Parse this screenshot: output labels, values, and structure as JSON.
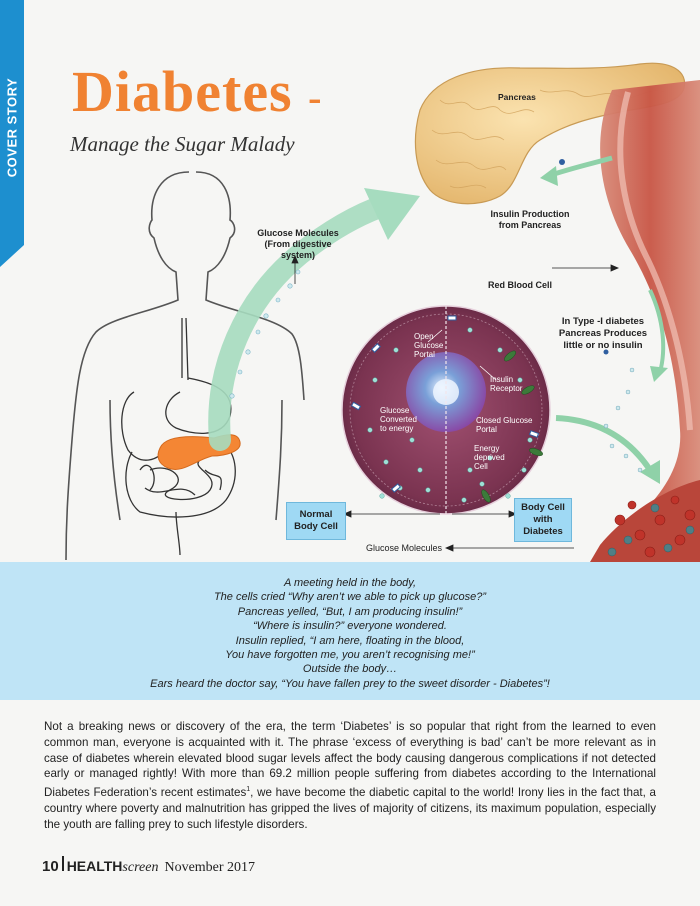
{
  "section_tab": "COVER STORY",
  "title": "Diabetes",
  "title_dash": "-",
  "subtitle": "Manage the Sugar Malady",
  "diagram": {
    "pancreas": "Pancreas",
    "glucose_molecules_line1": "Glucose Molecules",
    "glucose_molecules_line2": "(From digestive system)",
    "insulin_production_line1": "Insulin Production",
    "insulin_production_line2": "from Pancreas",
    "red_blood_cell": "Red Blood Cell",
    "type1_line1": "In Type -I diabetes",
    "type1_line2": "Pancreas Produces",
    "type1_line3": "little or no insulin",
    "open_portal_line1": "Open",
    "open_portal_line2": "Glucose",
    "open_portal_line3": "Portal",
    "insulin_receptor_line1": "Insulin",
    "insulin_receptor_line2": "Receptor",
    "glucose_converted_line1": "Glucose",
    "glucose_converted_line2": "Converted",
    "glucose_converted_line3": "to energy",
    "closed_portal_line1": "Closed Glucose",
    "closed_portal_line2": "Portal",
    "energy_deprived_line1": "Energy",
    "energy_deprived_line2": "deprived",
    "energy_deprived_line3": "Cell",
    "normal_cell_line1": "Normal",
    "normal_cell_line2": "Body Cell",
    "diabetic_cell_line1": "Body Cell",
    "diabetic_cell_line2": "with",
    "diabetic_cell_line3": "Diabetes",
    "glucose_molecules_bottom": "Glucose Molecules"
  },
  "poem": [
    "A meeting held in the body,",
    "The cells cried “Why aren’t we able to pick up glucose?”",
    "Pancreas yelled, “But, I am producing insulin!”",
    "“Where is insulin?” everyone wondered.",
    "Insulin replied, “I am here, floating in the blood,",
    "You have forgotten me, you aren’t recognising me!”",
    "Outside the body…",
    "Ears heard the doctor say, “You have fallen prey to the sweet disorder - Diabetes”!"
  ],
  "body": {
    "part1": "Not a breaking news or discovery of the era, the term ‘Diabetes’ is so popular that right from the learned to even common man, everyone is acquainted with it. The phrase ‘excess of everything is bad’ can’t be more relevant as in case of diabetes wherein elevated blood sugar levels affect the body causing dangerous complications if not detected early or managed rightly! With more than 69.2 million people suffering from diabetes according to the International Diabetes Federation’s recent estimates",
    "footnote": "1",
    "part2": ", we have become the diabetic capital to the world! Irony lies in the fact that, a country where poverty and malnutrition has gripped the lives of majority of citizens, its maximum population, especially the youth are falling prey to such lifestyle disorders."
  },
  "footer": {
    "page_number": "10",
    "brand_bold": "HEALTH",
    "brand_italic": "screen",
    "date": "November 2017"
  }
}
